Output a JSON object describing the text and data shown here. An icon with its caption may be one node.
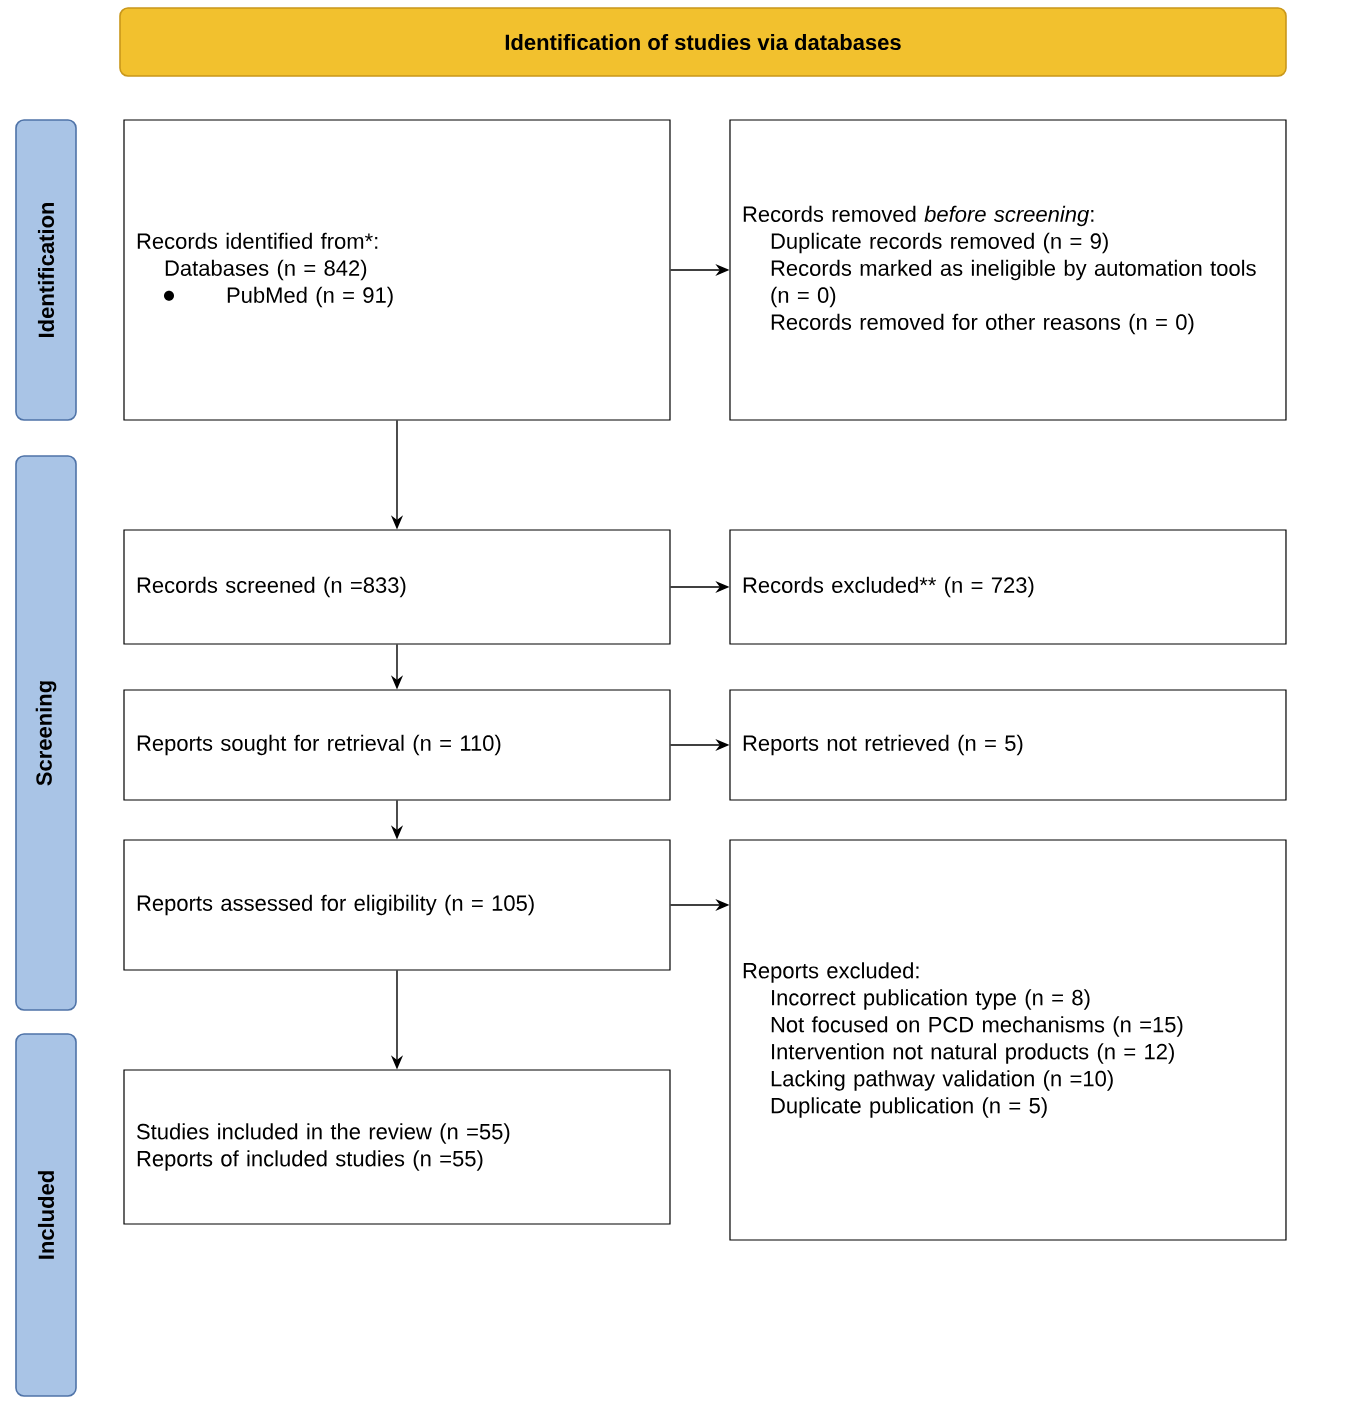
{
  "diagram": {
    "nodes": [
      {
        "text": [
          "Identification of studies via databases"
        ]
      },
      {
        "text": [
          "Identification"
        ]
      },
      {
        "text": [
          "Screening"
        ]
      },
      {
        "text": [
          "Included"
        ]
      },
      {
        "text": [
          "Records identified from*:",
          "Databases (n = 842)",
          "PubMed (n = 91)"
        ]
      },
      {
        "text": [
          "Records removed *before screening*:",
          "Duplicate records removed (n = 9)",
          "Records marked as ineligible by automation tools (n = 0)",
          "Records removed for other reasons (n = 0)"
        ]
      },
      {
        "text": [
          "Records screened (n =833)"
        ]
      },
      {
        "text": [
          "Records excluded** (n = 723)"
        ]
      },
      {
        "text": [
          "Reports sought for retrieval (n = 110)"
        ]
      },
      {
        "text": [
          "Reports not retrieved (n = 5)"
        ]
      },
      {
        "text": [
          "Reports assessed for eligibility (n = 105)"
        ]
      },
      {
        "text": [
          "Reports excluded:",
          "Incorrect publication type (n = 8)",
          "Not focused on PCD mechanisms (n =15)",
          "Intervention not natural products (n = 12)",
          "Lacking pathway validation (n =10)",
          "Duplicate publication (n = 5)"
        ]
      },
      {
        "text": [
          "Studies included in the review (n =55)",
          "Reports of included studies (n =55)"
        ]
      }
    ],
    "edges": [
      {
        "from": 4,
        "to": 5,
        "arrow": "to"
      },
      {
        "from": 4,
        "to": 6,
        "arrow": "to"
      },
      {
        "from": 6,
        "to": 7,
        "arrow": "to"
      },
      {
        "from": 6,
        "to": 8,
        "arrow": "to"
      },
      {
        "from": 8,
        "to": 9,
        "arrow": "to"
      },
      {
        "from": 8,
        "to": 10,
        "arrow": "to"
      },
      {
        "from": 10,
        "to": 11,
        "arrow": "to"
      },
      {
        "from": 10,
        "to": 12,
        "arrow": "to"
      }
    ]
  }
}
